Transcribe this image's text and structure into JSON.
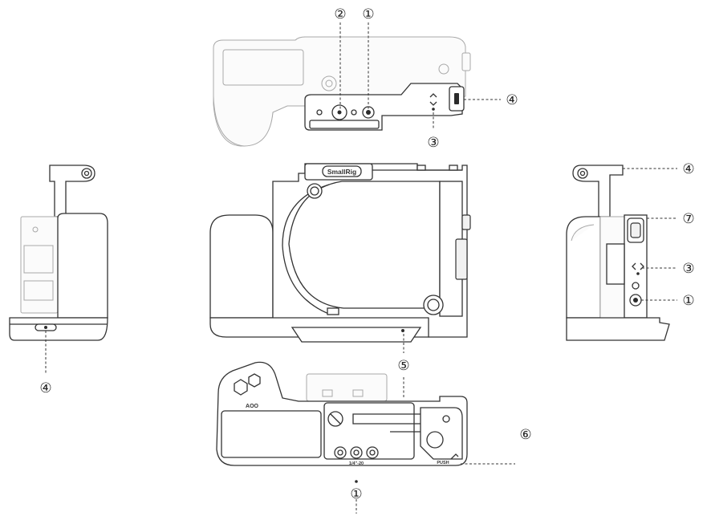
{
  "labels": {
    "brand": "SmallRig",
    "bottom_marking": "AOO",
    "bottom_screw_marking": "1/4\"-20",
    "push_marking": "PUSH"
  },
  "callouts": {
    "top_1": "①",
    "top_2": "②",
    "top_3": "③",
    "top_4": "④",
    "left_4": "④",
    "center_5": "⑤",
    "right_4": "④",
    "right_7": "⑦",
    "right_3": "③",
    "right_1": "①",
    "bottom_6": "⑥",
    "bottom_1": "①"
  },
  "colors": {
    "line": "#333333",
    "ghost_line": "#a8a8a8",
    "fill": "#ffffff"
  }
}
